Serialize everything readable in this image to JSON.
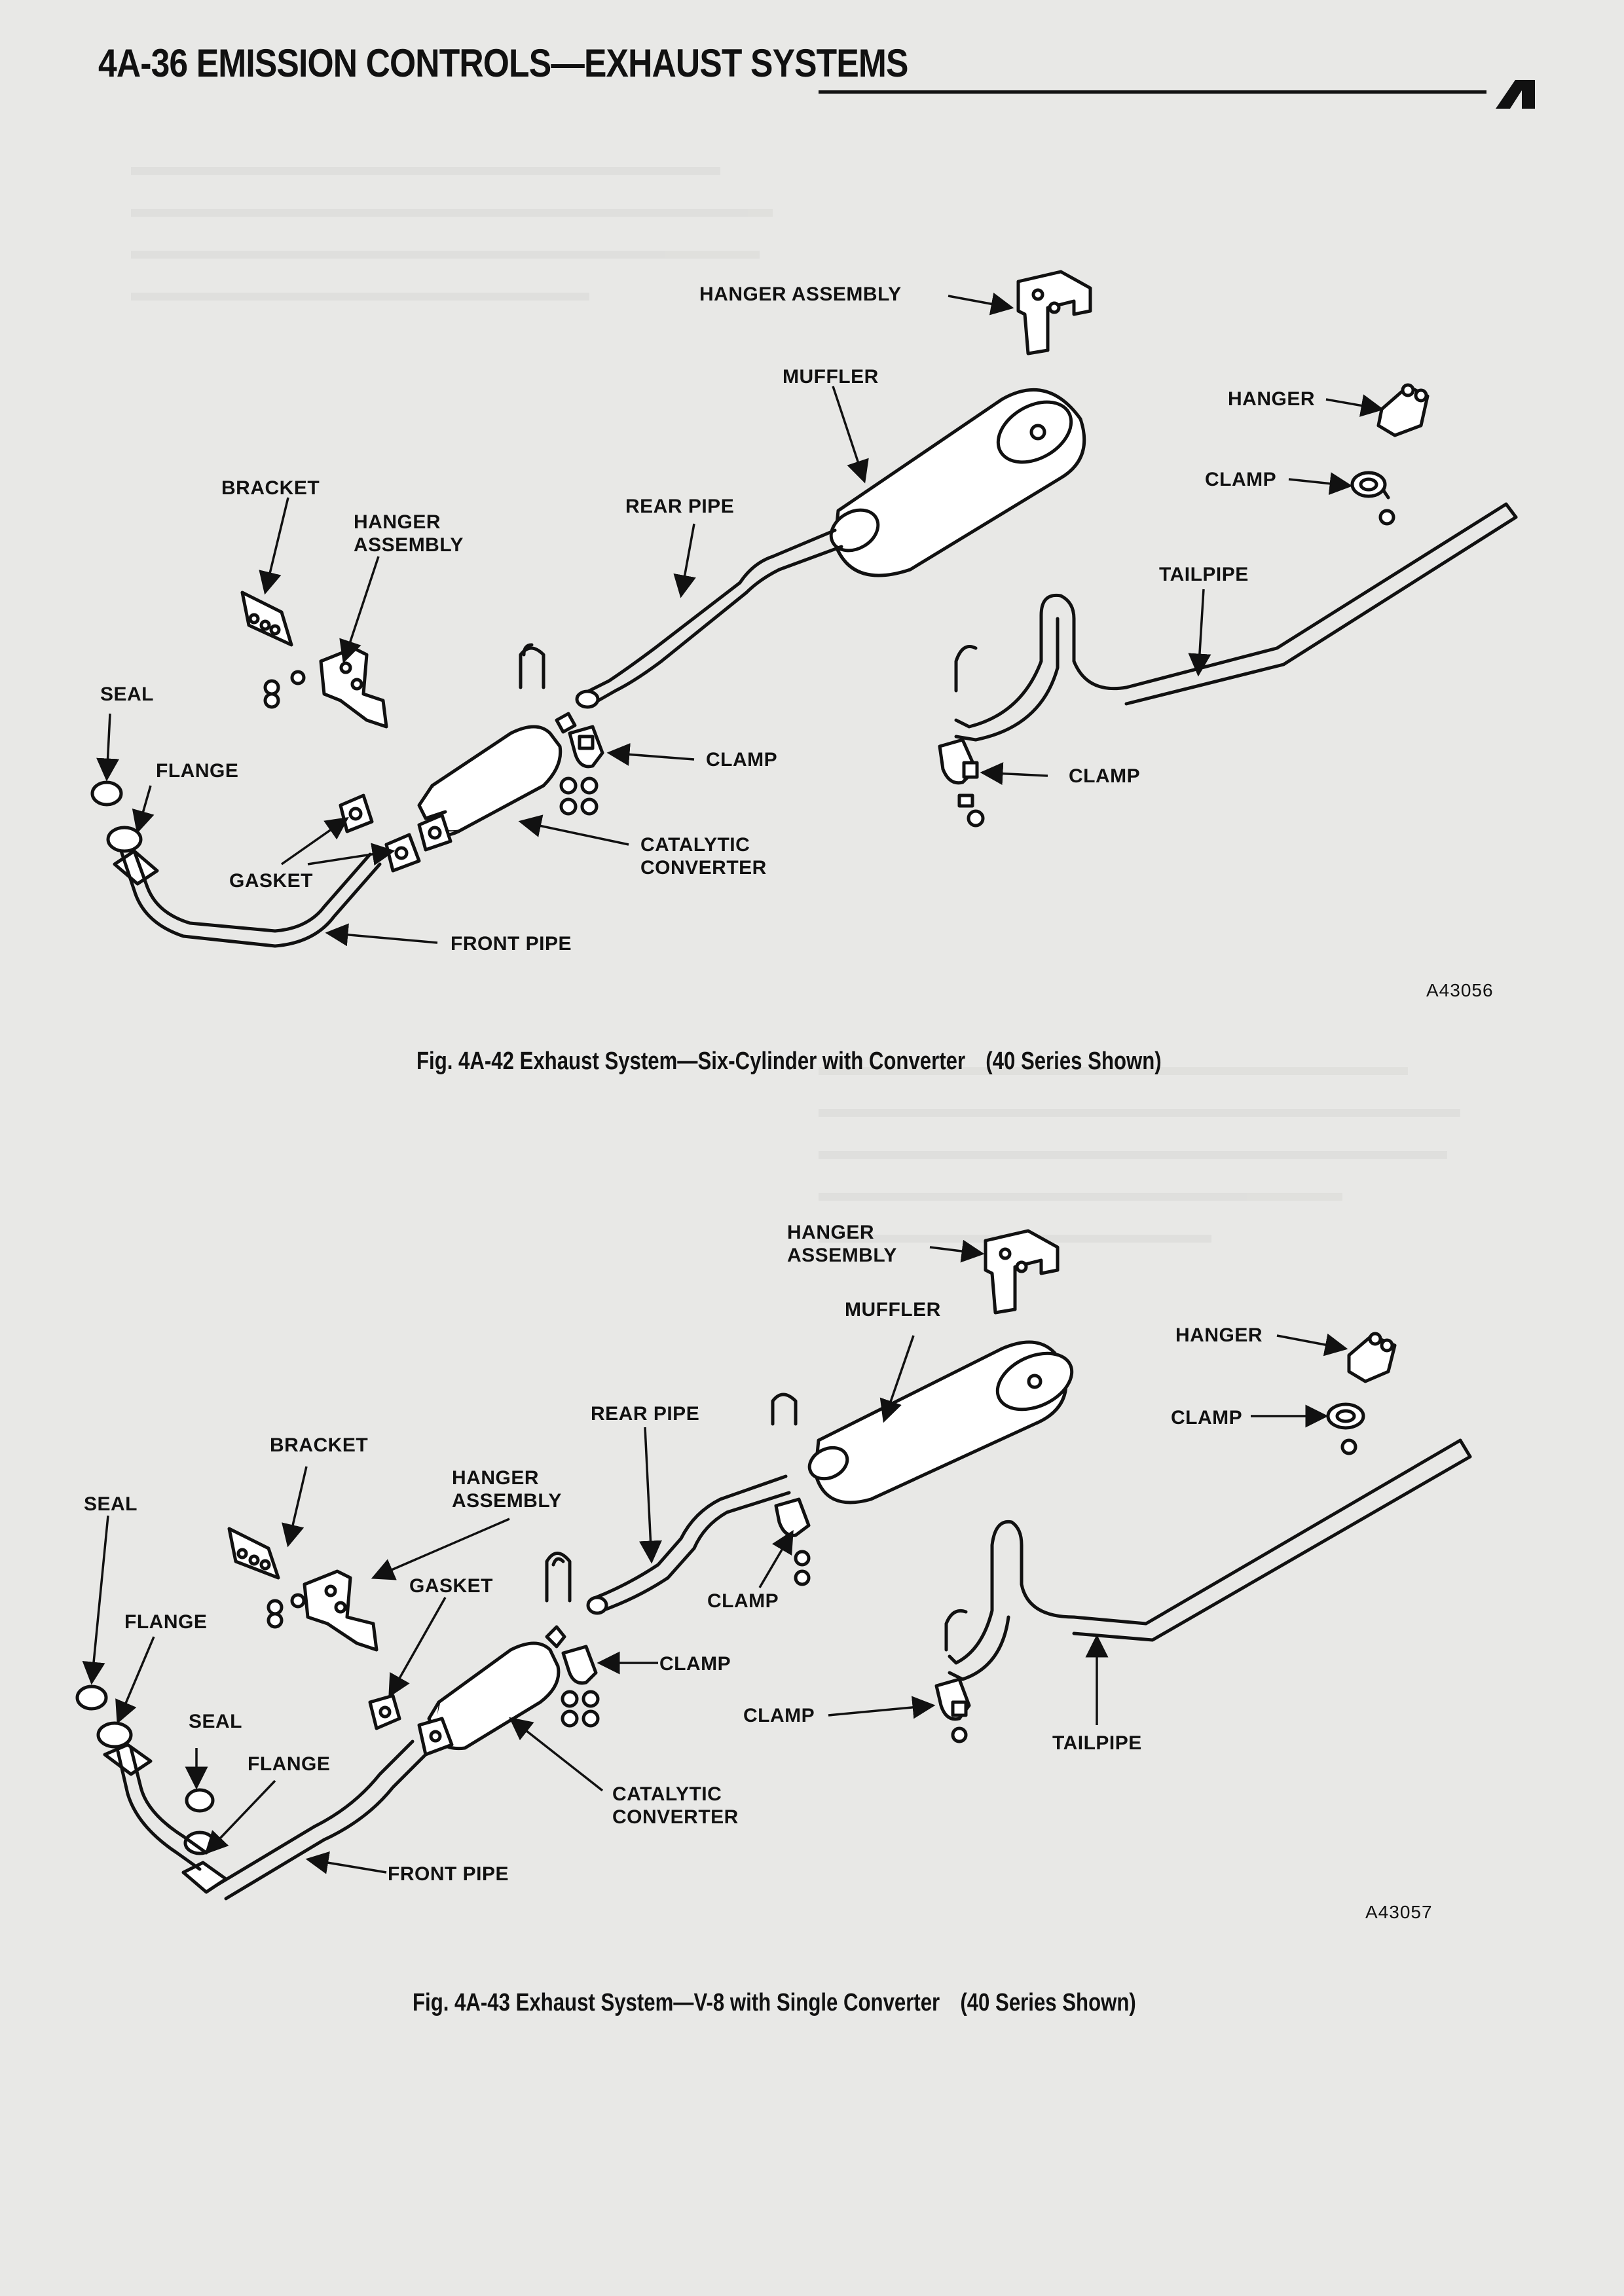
{
  "header": {
    "title": "4A-36 EMISSION CONTROLS—EXHAUST SYSTEMS"
  },
  "figure_1": {
    "labels": {
      "hanger_assembly_top": "HANGER ASSEMBLY",
      "muffler": "MUFFLER",
      "hanger": "HANGER",
      "clamp_tail": "CLAMP",
      "bracket": "BRACKET",
      "hanger_assembly_left": "HANGER\nASSEMBLY",
      "rear_pipe": "REAR PIPE",
      "tailpipe": "TAILPIPE",
      "seal": "SEAL",
      "flange": "FLANGE",
      "clamp_mid": "CLAMP",
      "clamp_right": "CLAMP",
      "catalytic_converter": "CATALYTIC\nCONVERTER",
      "gasket": "GASKET",
      "front_pipe": "FRONT PIPE"
    },
    "code": "A43056",
    "caption_main": "Fig. 4A-42  Exhaust System—Six-Cylinder with Converter",
    "caption_note": "(40 Series Shown)"
  },
  "figure_2": {
    "labels": {
      "hanger_assembly_top": "HANGER\nASSEMBLY",
      "muffler": "MUFFLER",
      "hanger": "HANGER",
      "clamp_tail": "CLAMP",
      "rear_pipe": "REAR PIPE",
      "bracket": "BRACKET",
      "hanger_assembly_left": "HANGER\nASSEMBLY",
      "seal_top": "SEAL",
      "gasket": "GASKET",
      "clamp_rear": "CLAMP",
      "flange_top": "FLANGE",
      "clamp_mid": "CLAMP",
      "seal_bottom": "SEAL",
      "clamp_right": "CLAMP",
      "tailpipe": "TAILPIPE",
      "flange_bottom": "FLANGE",
      "catalytic_converter": "CATALYTIC\nCONVERTER",
      "front_pipe": "FRONT PIPE"
    },
    "code": "A43057",
    "caption_main": "Fig. 4A-43  Exhaust System—V-8 with Single Converter",
    "caption_note": "(40 Series Shown)"
  }
}
